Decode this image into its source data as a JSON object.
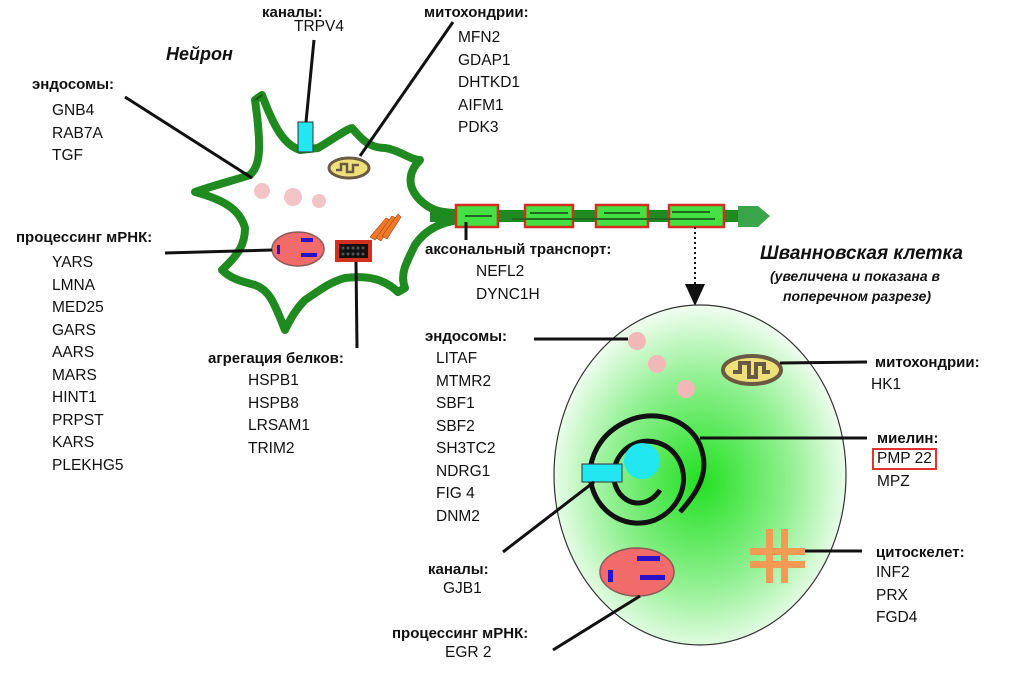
{
  "neuron": {
    "title": "Нейрон",
    "channels": {
      "label": "каналы:",
      "genes": [
        "TRPV4"
      ]
    },
    "mitochondria": {
      "label": "митохондрии:",
      "genes": [
        "MFN2",
        "GDAP1",
        "DHTKD1",
        "AIFM1",
        "PDK3"
      ]
    },
    "endosomes": {
      "label": "эндосомы:",
      "genes": [
        "GNB4",
        "RAB7A",
        "TGF"
      ]
    },
    "mrna_processing": {
      "label": "процессинг мРНК:",
      "genes": [
        "YARS",
        "LMNA",
        "MED25",
        "GARS",
        "AARS",
        "MARS",
        "HINT1",
        "PRPST",
        "KARS",
        "PLEKHG5"
      ]
    },
    "protein_aggregation": {
      "label": "агрегация белков:",
      "genes": [
        "HSPB1",
        "HSPB8",
        "LRSAM1",
        "TRIM2"
      ]
    },
    "axonal_transport": {
      "label": "аксональный транспорт:",
      "genes": [
        "NEFL2",
        "DYNC1H"
      ]
    }
  },
  "schwann": {
    "title": "Шванновская клетка",
    "subtitle_line1": "(увеличена и показана в",
    "subtitle_line2": "поперечном разрезе)",
    "endosomes": {
      "label": "эндосомы:",
      "genes": [
        "LITAF",
        "MTMR2",
        "SBF1",
        "SBF2",
        "SH3TC2",
        "NDRG1",
        "FIG 4",
        "DNM2"
      ]
    },
    "mitochondria": {
      "label": "митохондрии:",
      "genes": [
        "HK1"
      ]
    },
    "myelin": {
      "label": "миелин:",
      "highlighted_gene": "PMP 22",
      "genes": [
        "MPZ"
      ]
    },
    "channels": {
      "label": "каналы:",
      "genes": [
        "GJB1"
      ]
    },
    "cytoskeleton": {
      "label": "цитоскелет:",
      "genes": [
        "INF2",
        "PRX",
        "FGD4"
      ]
    },
    "mrna_processing": {
      "label": "процессинг мРНК:",
      "genes": [
        "EGR 2"
      ]
    }
  },
  "colors": {
    "membrane_green": "#1f8a1f",
    "membrane_dark": "#145a14",
    "myelin_segment": "#44e044",
    "segment_border": "#d2301f",
    "nucleus": "#f26b6b",
    "chromatin": "#2a10c8",
    "channel": "#22e6f0",
    "mitochondria_fill": "#efe17a",
    "mitochondria_border": "#6a5a44",
    "endosome": "#f2b8b8",
    "cytoskeleton": "#f39a55",
    "highlight_box": "#d33333"
  }
}
